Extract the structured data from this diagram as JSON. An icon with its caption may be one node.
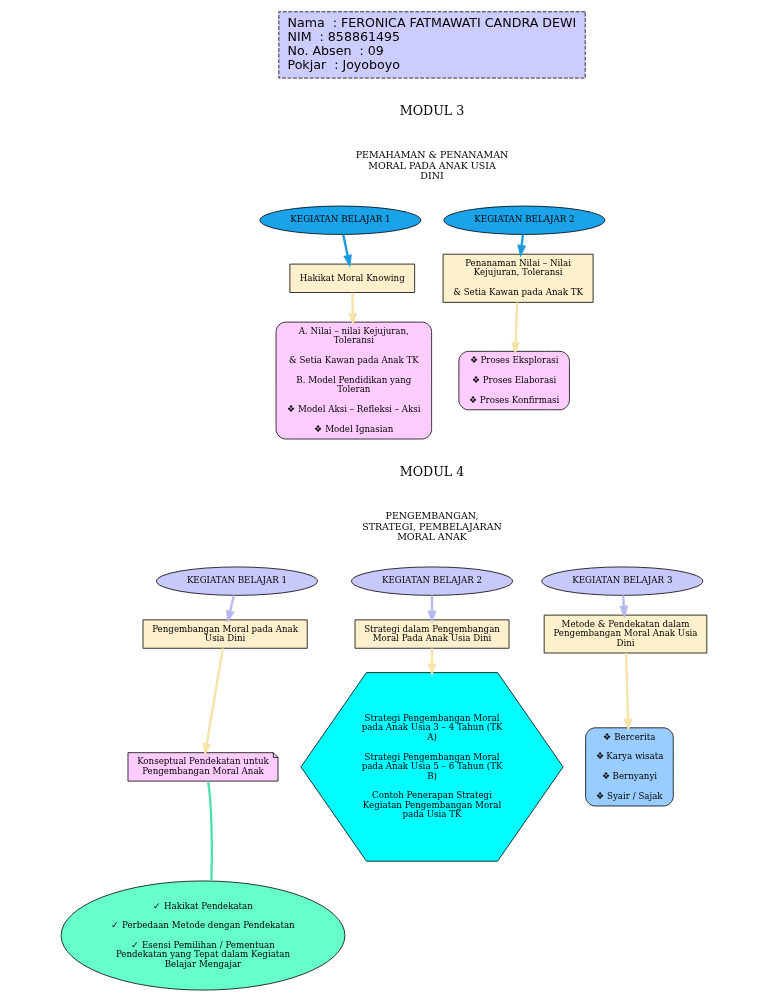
{
  "diagram": {
    "nodes": [
      {
        "text": [
          "Nama",
          ": FERONICA FATMAWATI CANDRA DEWI",
          "NIM",
          ": 858861495",
          "No. Absen",
          ": 09",
          "Pokjar",
          ": Joyoboyo"
        ]
      },
      {
        "text": [
          "KEGIATAN BELAJAR 1"
        ]
      },
      {
        "text": [
          "Hakikat Moral Knowing"
        ]
      },
      {
        "text": [
          "A. Nilai – nilai Kejujuran, Toleransi",
          "& Setia Kawan pada Anak TK",
          "B. Model Pendidikan yang Toleran",
          "❖ Model Aksi – Refleksi – Aksi",
          "❖ Model Ignasian"
        ]
      },
      {
        "text": [
          "KEGIATAN BELAJAR 2"
        ]
      },
      {
        "text": [
          "Penanaman Nilai – Nilai Kejujuran, Toleransi",
          "& Setia Kawan pada Anak TK"
        ]
      },
      {
        "text": [
          "❖ Proses Eksplorasi",
          "❖ Proses Elaborasi",
          "❖ Proses Konfirmasi"
        ]
      },
      {
        "text": [
          "KEGIATAN BELAJAR 1"
        ]
      },
      {
        "text": [
          "Pengembangan Moral pada Anak Usia Dini"
        ]
      },
      {
        "text": [
          "Konseptual Pendekatan untuk Pengembangan Moral Anak"
        ]
      },
      {
        "text": [
          "✓ Hakikat Pendekatan",
          "✓ Perbedaan Metode dengan Pendekatan",
          "✓ Esensi Pemilihan / Pementuan Pendekatan yang Tepat dalam Kegiatan Belajar Mengajar"
        ]
      },
      {
        "text": [
          "KEGIATAN BELAJAR 2"
        ]
      },
      {
        "text": [
          "Strategi dalam Pengembangan Moral Pada Anak Usia Dini"
        ]
      },
      {
        "text": [
          "Strategi Pengembangan Moral pada Anak Usia 3 – 4 Tahun (TK A)",
          "Strategi Pengembangan Moral pada Anak Usia 5 – 6 Tahun (TK B)",
          "Contoh Penerapan Strategi Kegiatan Pengembangan Moral pada Usia TK"
        ]
      },
      {
        "text": [
          "KEGIATAN BELAJAR 3"
        ]
      },
      {
        "text": [
          "Metode & Pendekatan dalam Pengembangan Moral Anak Usia Dini"
        ]
      },
      {
        "text": [
          "❖ Bercerita",
          "❖ Karya wisata",
          "❖ Bernyanyi",
          "❖ Syair / Sajak"
        ]
      }
    ],
    "edges": [
      {
        "from": 1,
        "to": 2,
        "arrow": "to",
        "color": "#1e9be0"
      },
      {
        "from": 2,
        "to": 3,
        "arrow": "to",
        "color": "#f5e3a8"
      },
      {
        "from": 4,
        "to": 5,
        "arrow": "to",
        "color": "#1e9be0"
      },
      {
        "from": 5,
        "to": 6,
        "arrow": "to",
        "color": "#f5e3a8"
      },
      {
        "from": 7,
        "to": 8,
        "arrow": "to",
        "color": "#b9b9f0"
      },
      {
        "from": 8,
        "to": 9,
        "arrow": "to",
        "color": "#f5e3a8"
      },
      {
        "from": 10,
        "to": 9,
        "arrow": "none",
        "color": "#4fe0b0"
      },
      {
        "from": 11,
        "to": 12,
        "arrow": "to",
        "color": "#b9b9f0"
      },
      {
        "from": 12,
        "to": 13,
        "arrow": "to",
        "color": "#f5e3a8"
      },
      {
        "from": 14,
        "to": 15,
        "arrow": "to",
        "color": "#b9b9f0"
      },
      {
        "from": 15,
        "to": 16,
        "arrow": "to",
        "color": "#f5e3a8"
      }
    ],
    "labels": [
      "MODUL 3",
      "PEMAHAMAN & PENANAMAN MORAL PADA ANAK USIA DINI",
      "MODUL 4",
      "PENGEMBANGAN, STRATEGI, PEMBELAJARAN MORAL ANAK"
    ]
  }
}
